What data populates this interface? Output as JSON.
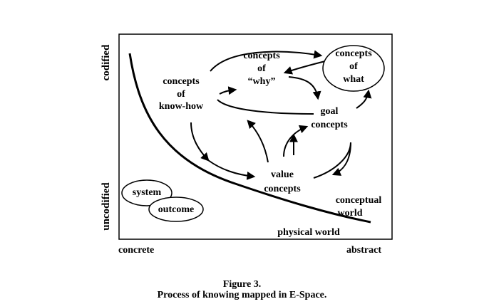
{
  "axes": {
    "y_top": "codified",
    "y_bottom": "uncodified",
    "x_left": "concrete",
    "x_right": "abstract"
  },
  "nodes": {
    "know_how": [
      "concepts",
      "of",
      "know-how"
    ],
    "why": [
      "concepts",
      "of",
      "“why”"
    ],
    "what": [
      "concepts",
      "of",
      "what"
    ],
    "goal": [
      "goal",
      "concepts"
    ],
    "value": [
      "value",
      "concepts"
    ],
    "system": "system",
    "outcome": "outcome"
  },
  "regions": {
    "conceptual": [
      "conceptual",
      "world"
    ],
    "physical": "physical world"
  },
  "caption": {
    "line1": "Figure  3.",
    "line2": "Process of knowing mapped in E-Space."
  }
}
